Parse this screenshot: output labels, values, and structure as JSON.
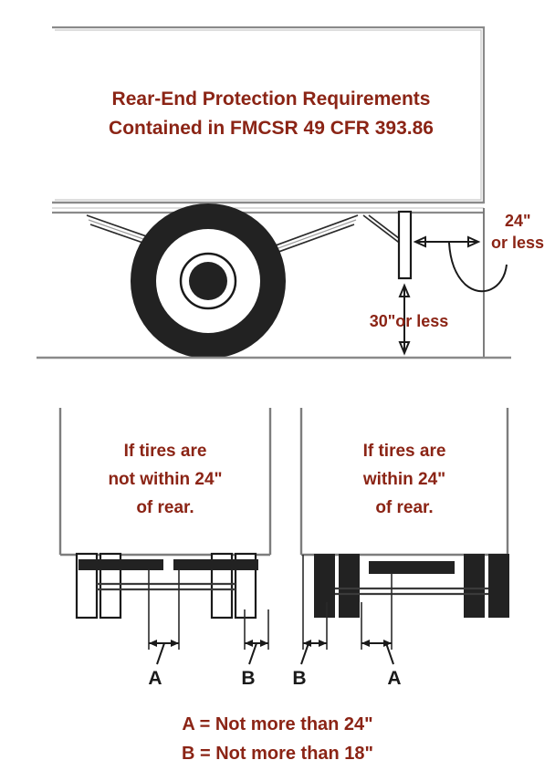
{
  "document": {
    "title_line1": "Rear-End Protection Requirements",
    "title_line2": "Contained in FMCSR 49 CFR 393.86",
    "accent_color": "#8B2415",
    "line_color": "#8a8a8a",
    "ink_color": "#1a1a1a",
    "background_color": "#ffffff"
  },
  "upper_diagram": {
    "name": "trailer-side-view",
    "horizontal_dimension": {
      "value_line1": "24\"",
      "value_line2": "or less",
      "meaning": "maximum horizontal distance from rear of trailer to rear impact guard"
    },
    "vertical_dimension": {
      "value": "30\"or less",
      "meaning": "maximum height of rear impact guard above ground"
    }
  },
  "lower_diagrams": {
    "left_panel": {
      "name": "tires-not-within-24",
      "line1": "If tires are",
      "line2": "not within 24\"",
      "line3": "of rear.",
      "markers": [
        "A",
        "B"
      ],
      "tire_style": "outlined"
    },
    "right_panel": {
      "name": "tires-within-24",
      "line1": "If tires are",
      "line2": "within 24\"",
      "line3": "of rear.",
      "markers": [
        "B",
        "A"
      ],
      "tire_style": "solid"
    }
  },
  "legend": {
    "line_a": "A = Not more than 24\"",
    "line_b": "B = Not more than 18\""
  }
}
